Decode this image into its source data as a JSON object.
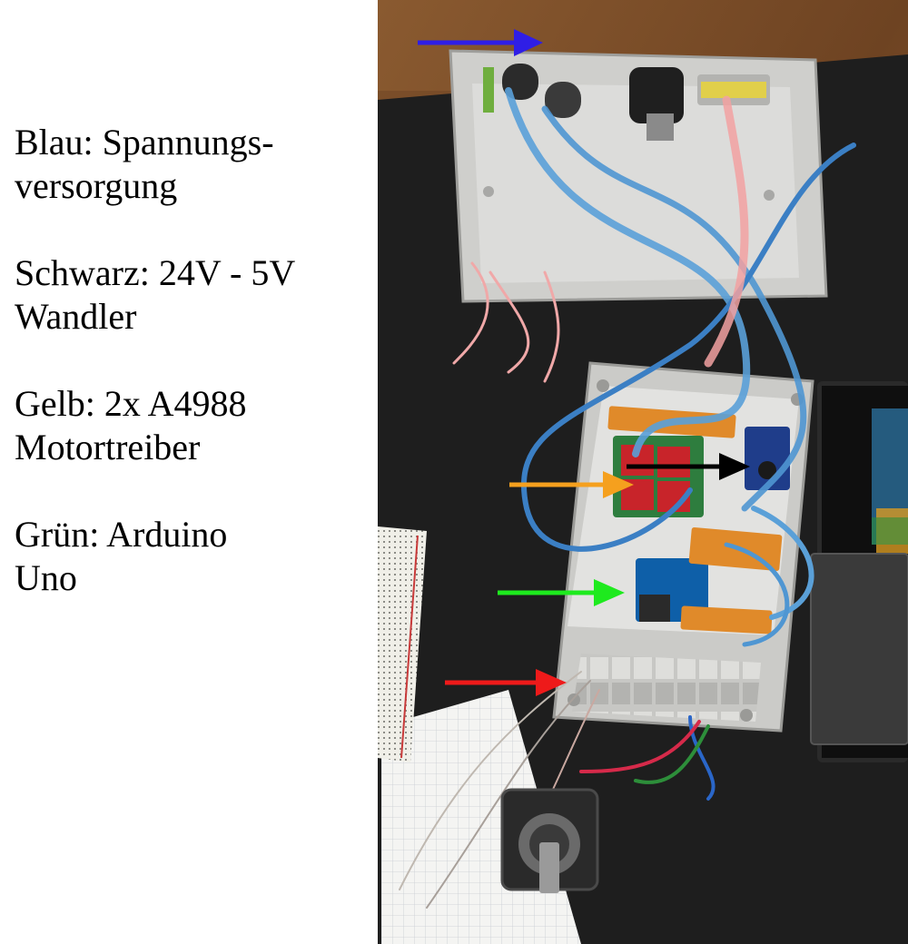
{
  "legend": {
    "entries": [
      {
        "color_name": "blau",
        "lines": [
          "Blau: Spannungs-",
          "versorgung"
        ]
      },
      {
        "color_name": "schwarz",
        "lines": [
          "Schwarz: 24V - 5V",
          "Wandler"
        ]
      },
      {
        "color_name": "gelb",
        "lines": [
          "Gelb: 2x A4988",
          "Motortreiber"
        ]
      },
      {
        "color_name": "gruen",
        "lines": [
          "Grün: Arduino",
          "Uno"
        ]
      }
    ]
  },
  "arrows": [
    {
      "name": "blue-arrow",
      "color": "#2f1ee6"
    },
    {
      "name": "black-arrow",
      "color": "#000000"
    },
    {
      "name": "orange-arrow",
      "color": "#f5a01e"
    },
    {
      "name": "green-arrow",
      "color": "#1eea1e"
    },
    {
      "name": "red-arrow",
      "color": "#ee1a1a"
    }
  ]
}
